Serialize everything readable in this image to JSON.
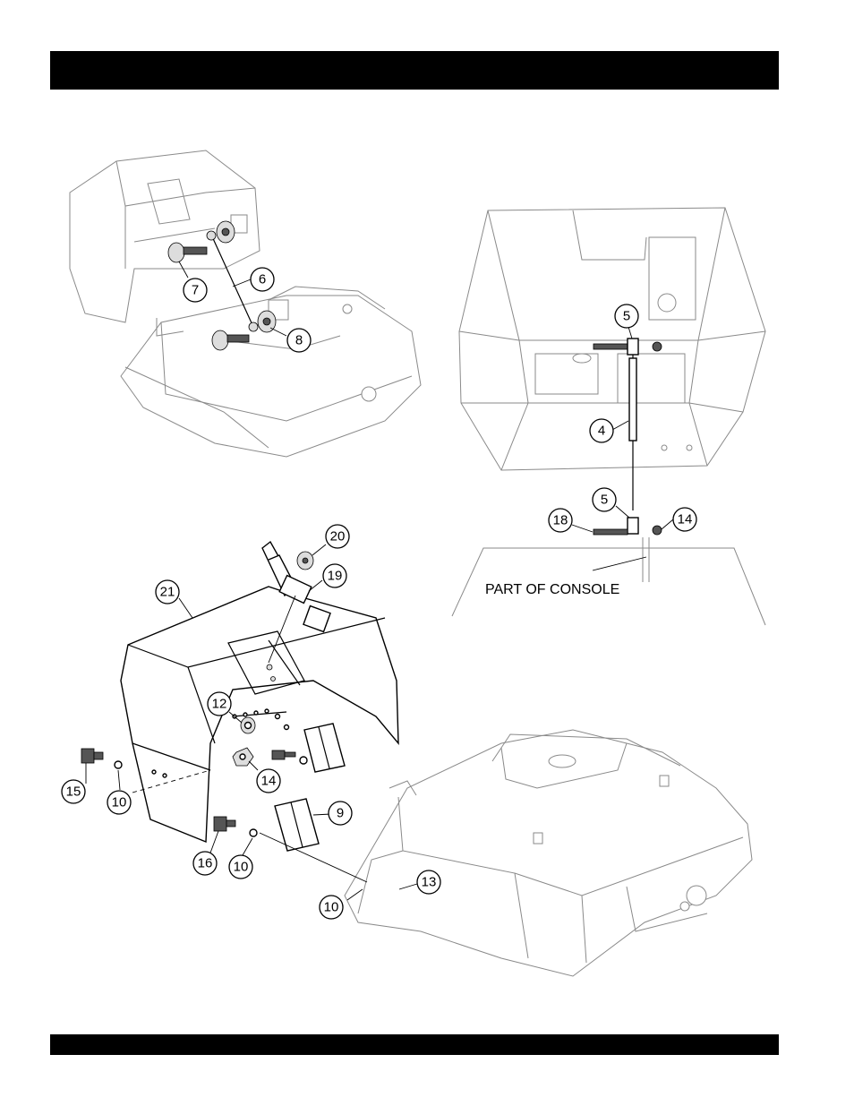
{
  "callouts": {
    "c7": "7",
    "c6": "6",
    "c8": "8",
    "c5a": "5",
    "c4": "4",
    "c5b": "5",
    "c18": "18",
    "c14a": "14",
    "c20": "20",
    "c19": "19",
    "c21": "21",
    "c12": "12",
    "c15": "15",
    "c10a": "10",
    "c14b": "14",
    "c9": "9",
    "c16": "16",
    "c10b": "10",
    "c13": "13",
    "c10c": "10"
  },
  "labels": {
    "part_of_console": "PART OF CONSOLE"
  }
}
